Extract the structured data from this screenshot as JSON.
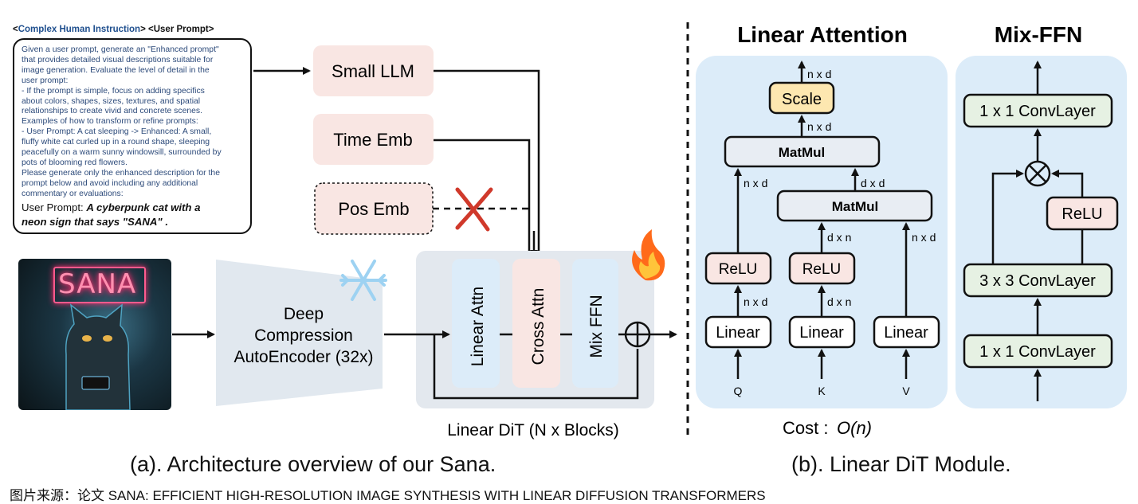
{
  "instruction": {
    "header_prefix": "<",
    "header_label": "Complex Human Instruction",
    "header_mid": "> <",
    "header_user": "User Prompt",
    "header_suffix": ">",
    "lines": [
      "Given a user prompt, generate an \"Enhanced prompt\"",
      "that provides detailed visual descriptions suitable for",
      "image generation. Evaluate the level of detail in the",
      "user prompt:",
      "- If the prompt is simple, focus on adding specifics",
      "about colors, shapes, sizes, textures, and spatial",
      "relationships to create vivid and concrete scenes.",
      "Examples of how to transform or refine prompts:",
      "- User Prompt: A cat sleeping -> Enhanced: A small,",
      "fluffy white cat curled up in a round shape, sleeping",
      "peacefully on a warm sunny windowsill, surrounded by",
      "pots of blooming red flowers.",
      "Please generate only the enhanced description for the",
      "prompt below and avoid including any additional",
      "commentary or evaluations:"
    ],
    "user_prompt_label": "User Prompt: ",
    "user_prompt_text_1": "A cyberpunk cat with a",
    "user_prompt_text_2": "neon sign that says \"SANA\"",
    "user_prompt_end": " ."
  },
  "left": {
    "small_llm": "Small LLM",
    "time_emb": "Time Emb",
    "pos_emb": "Pos Emb",
    "encoder_1": "Deep",
    "encoder_2": "Compression",
    "encoder_3": "AutoEncoder (32x)",
    "image_sign": "SANA",
    "block_linear_attn": "Linear Attn",
    "block_cross_attn": "Cross Attn",
    "block_mix_ffn": "Mix FFN",
    "dit_label": "Linear DiT (N x Blocks)",
    "caption": "(a). Architecture overview of our Sana."
  },
  "linear_attention": {
    "title": "Linear Attention",
    "scale": "Scale",
    "matmul_top": "MatMul",
    "matmul_mid": "MatMul",
    "relu_1": "ReLU",
    "relu_2": "ReLU",
    "linear_q": "Linear",
    "linear_k": "Linear",
    "linear_v": "Linear",
    "input_q": "Q",
    "input_k": "K",
    "input_v": "V",
    "dim_out": "n x d",
    "dim_scale_in": "n x d",
    "dim_left": "n x d",
    "dim_mid_out": "d x d",
    "dim_relu1_in": "n x d",
    "dim_relu2_out": "d x n",
    "dim_relu2_in": "d x n",
    "dim_v": "n x d",
    "cost_label": "Cost : ",
    "cost_value": "O(n)"
  },
  "mix_ffn": {
    "title": "Mix-FFN",
    "conv_top": "1 x 1 ConvLayer",
    "relu": "ReLU",
    "conv_mid": "3 x 3 ConvLayer",
    "conv_bottom": "1 x 1 ConvLayer"
  },
  "right_caption": "(b). Linear DiT Module.",
  "source": "图片来源：论文 SANA: EFFICIENT HIGH-RESOLUTION IMAGE SYNTHESIS WITH LINEAR DIFFUSION TRANSFORMERS",
  "colors": {
    "panel_blue": "#dcecf9",
    "box_pink": "#f9e6e3",
    "box_green": "#e6f1e3",
    "box_yellow": "#fde7b0",
    "box_gray": "#e8edf3",
    "dit_gray": "#e3e8ee",
    "cross_x": "#d0392b",
    "instruction_text": "#2c4a7a"
  }
}
